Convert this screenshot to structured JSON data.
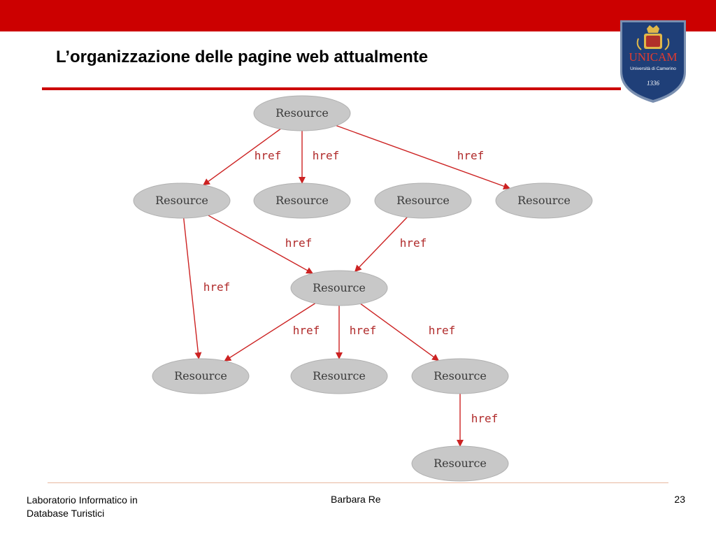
{
  "colors": {
    "brand_red": "#cc0000",
    "node_fill": "#c8c8c8",
    "node_stroke": "#b0b0b0",
    "edge": "#cc2222",
    "edge_label": "#b02a2a",
    "footer_rule": "#e8b8a0",
    "logo_blue": "#1f3f78"
  },
  "slide": {
    "title": "L’organizzazione delle pagine web attualmente"
  },
  "logo": {
    "name": "UNICAM",
    "subtitle": "Università di Camerino",
    "year": "1336",
    "icon": "university-crest-icon"
  },
  "diagram": {
    "node_label": "Resource",
    "edge_label": "href",
    "nodes": [
      {
        "id": "n0",
        "label": "Resource"
      },
      {
        "id": "n1",
        "label": "Resource"
      },
      {
        "id": "n2",
        "label": "Resource"
      },
      {
        "id": "n3",
        "label": "Resource"
      },
      {
        "id": "n4",
        "label": "Resource"
      },
      {
        "id": "n5",
        "label": "Resource"
      },
      {
        "id": "n6",
        "label": "Resource"
      },
      {
        "id": "n7",
        "label": "Resource"
      },
      {
        "id": "n8",
        "label": "Resource"
      },
      {
        "id": "n9",
        "label": "Resource"
      }
    ],
    "edges": [
      {
        "from": "n0",
        "to": "n1",
        "label": "href"
      },
      {
        "from": "n0",
        "to": "n2",
        "label": "href"
      },
      {
        "from": "n0",
        "to": "n4",
        "label": "href"
      },
      {
        "from": "n1",
        "to": "n5",
        "label": "href"
      },
      {
        "from": "n3",
        "to": "n5",
        "label": "href"
      },
      {
        "from": "n1",
        "to": "n6",
        "label": "href"
      },
      {
        "from": "n5",
        "to": "n6",
        "label": "href"
      },
      {
        "from": "n5",
        "to": "n7",
        "label": "href"
      },
      {
        "from": "n5",
        "to": "n8",
        "label": "href"
      },
      {
        "from": "n8",
        "to": "n9",
        "label": "href"
      }
    ]
  },
  "footer": {
    "course_line1": "Laboratorio Informatico in",
    "course_line2": "Database Turistici",
    "author": "Barbara Re",
    "page_number": "23"
  }
}
